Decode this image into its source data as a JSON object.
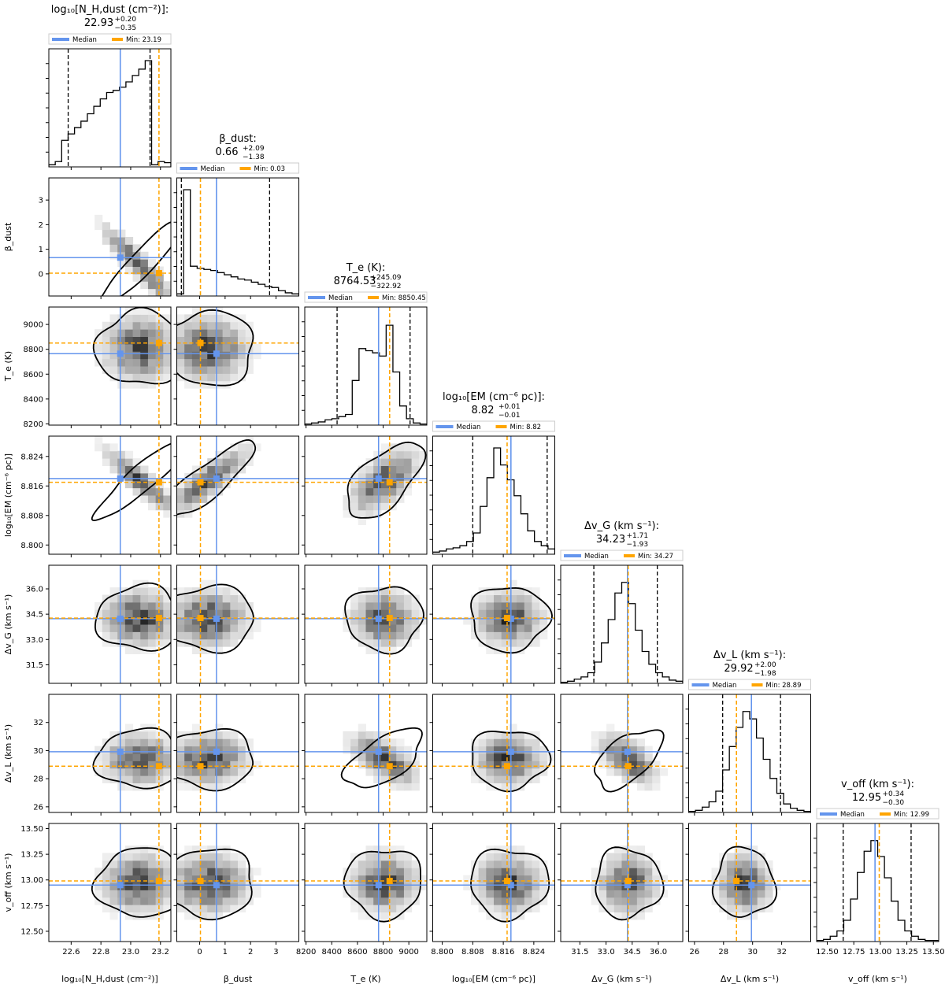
{
  "chart_data": {
    "type": "corner",
    "params": [
      {
        "key": "nh",
        "name": "log10[NH,dust (cm-2)]",
        "label": "log₁₀[N_H,dust (cm⁻²)]",
        "title": "log₁₀[N_H,dust (cm⁻²)]:",
        "value": "22.93",
        "err_plus": "+0.20",
        "err_minus": "−0.35",
        "median": 22.93,
        "min": 23.19,
        "legend_median": "Median",
        "legend_min": "Min: 23.19",
        "range": [
          22.45,
          23.27
        ],
        "ticks": [
          22.6,
          22.8,
          23.0,
          23.2
        ],
        "tick_labels": [
          "22.6",
          "22.8",
          "23.0",
          "23.2"
        ],
        "q_low": 22.58,
        "q_high": 23.13
      },
      {
        "key": "beta",
        "name": "beta_dust",
        "label": "β_dust",
        "title": "β_dust:",
        "value": "0.66",
        "err_plus": "+2.09",
        "err_minus": "−1.38",
        "median": 0.66,
        "min": 0.03,
        "legend_median": "Median",
        "legend_min": "Min: 0.03",
        "range": [
          -0.9,
          3.9
        ],
        "ticks": [
          0,
          1,
          2,
          3
        ],
        "tick_labels": [
          "0",
          "1",
          "2",
          "3"
        ],
        "q_low": -0.72,
        "q_high": 2.75
      },
      {
        "key": "te",
        "name": "Te (K)",
        "label": "T_e (K)",
        "title": "T_e (K):",
        "value": "8764.53",
        "err_plus": "+245.09",
        "err_minus": "−322.92",
        "median": 8764.53,
        "min": 8850.45,
        "legend_median": "Median",
        "legend_min": "Min: 8850.45",
        "range": [
          8190,
          9140
        ],
        "ticks": [
          8200,
          8400,
          8600,
          8800,
          9000
        ],
        "tick_labels": [
          "8200",
          "8400",
          "8600",
          "8800",
          "9000"
        ],
        "q_low": 8441.61,
        "q_high": 9009.62
      },
      {
        "key": "em",
        "name": "log10[EM (cm-6 pc)]",
        "label": "log₁₀[EM (cm⁻⁶ pc)]",
        "title": "log₁₀[EM (cm⁻⁶ pc)]:",
        "value": "8.82",
        "err_plus": "+0.01",
        "err_minus": "−0.01",
        "median": 8.818,
        "min": 8.817,
        "legend_median": "Median",
        "legend_min": "Min: 8.82",
        "range": [
          8.7975,
          8.8295
        ],
        "ticks": [
          8.8,
          8.808,
          8.816,
          8.824
        ],
        "tick_labels": [
          "8.800",
          "8.808",
          "8.816",
          "8.824"
        ],
        "q_low": 8.808,
        "q_high": 8.8275
      },
      {
        "key": "dvg",
        "name": "DeltavG (km s-1)",
        "label": "Δv_G (km s⁻¹)",
        "title": "Δv_G (km s⁻¹):",
        "value": "34.23",
        "err_plus": "+1.71",
        "err_minus": "−1.93",
        "median": 34.23,
        "min": 34.27,
        "legend_median": "Median",
        "legend_min": "Min: 34.27",
        "range": [
          30.4,
          37.4
        ],
        "ticks": [
          31.5,
          33.0,
          34.5,
          36.0
        ],
        "tick_labels": [
          "31.5",
          "33.0",
          "34.5",
          "36.0"
        ],
        "q_low": 32.3,
        "q_high": 35.94
      },
      {
        "key": "dvl",
        "name": "DeltavL (km s-1)",
        "label": "Δv_L (km s⁻¹)",
        "title": "Δv_L (km s⁻¹):",
        "value": "29.92",
        "err_plus": "+2.00",
        "err_minus": "−1.98",
        "median": 29.92,
        "min": 28.89,
        "legend_median": "Median",
        "legend_min": "Min: 28.89",
        "range": [
          25.6,
          34.0
        ],
        "ticks": [
          26,
          28,
          30,
          32
        ],
        "tick_labels": [
          "26",
          "28",
          "30",
          "32"
        ],
        "q_low": 27.94,
        "q_high": 31.92
      },
      {
        "key": "voff",
        "name": "voff (km s-1)",
        "label": "v_off (km s⁻¹)",
        "title": "v_off (km s⁻¹):",
        "value": "12.95",
        "err_plus": "+0.34",
        "err_minus": "−0.30",
        "median": 12.95,
        "min": 12.99,
        "legend_median": "Median",
        "legend_min": "Min: 12.99",
        "range": [
          12.4,
          13.55
        ],
        "ticks": [
          12.5,
          12.75,
          13.0,
          13.25,
          13.5
        ],
        "tick_labels": [
          "12.50",
          "12.75",
          "13.00",
          "13.25",
          "13.50"
        ],
        "q_low": 12.65,
        "q_high": 13.29
      }
    ],
    "colors": {
      "median": "#6495ed",
      "min": "#ffa500",
      "quantile": "#000000",
      "contour": "#000000"
    },
    "histograms": [
      [
        0.02,
        0.05,
        0.25,
        0.31,
        0.37,
        0.43,
        0.5,
        0.57,
        0.64,
        0.7,
        0.72,
        0.75,
        0.8,
        0.86,
        0.92,
        1.0,
        0.02,
        0.05,
        0.04
      ],
      [
        0.02,
        1.0,
        0.28,
        0.26,
        0.25,
        0.24,
        0.22,
        0.2,
        0.18,
        0.16,
        0.15,
        0.13,
        0.11,
        0.09,
        0.08,
        0.05,
        0.03,
        0.02
      ],
      [
        0.01,
        0.02,
        0.03,
        0.05,
        0.06,
        0.08,
        0.1,
        0.42,
        0.72,
        0.7,
        0.68,
        0.65,
        0.94,
        0.5,
        0.18,
        0.06,
        0.02,
        0.01
      ],
      [
        0.02,
        0.03,
        0.05,
        0.06,
        0.08,
        0.12,
        0.2,
        0.45,
        0.72,
        1.0,
        0.84,
        0.7,
        0.55,
        0.38,
        0.22,
        0.12,
        0.08,
        0.05
      ],
      [
        0.01,
        0.02,
        0.04,
        0.06,
        0.1,
        0.2,
        0.38,
        0.6,
        0.85,
        0.95,
        0.75,
        0.5,
        0.3,
        0.18,
        0.1,
        0.06,
        0.03,
        0.02
      ],
      [
        0.01,
        0.02,
        0.05,
        0.1,
        0.2,
        0.4,
        0.62,
        0.8,
        0.95,
        0.88,
        0.7,
        0.5,
        0.32,
        0.18,
        0.08,
        0.04,
        0.02,
        0.01
      ],
      [
        0.01,
        0.02,
        0.05,
        0.1,
        0.2,
        0.4,
        0.65,
        0.85,
        0.95,
        0.8,
        0.6,
        0.38,
        0.2,
        0.1,
        0.05,
        0.02,
        0.01,
        0.01
      ]
    ]
  }
}
